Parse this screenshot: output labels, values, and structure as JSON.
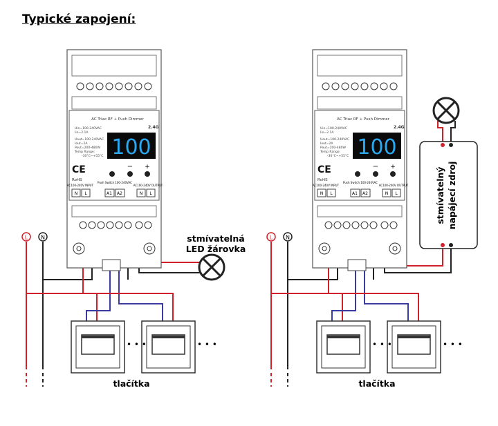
{
  "title": "Typické zapojení:",
  "device": {
    "name": "AC Triac RF + Push Dimmer",
    "rf": "2.4G",
    "uin": "Uin=100-240VAC",
    "iin": "Iin=2.1A",
    "uout": "Uout=100-240VAC",
    "iout": "Iout=2A",
    "pout": "Pout=200-480W",
    "temp_label": "Temp Range:",
    "temp": "-30°C~+55°C",
    "display": "100",
    "ce": "CE",
    "rohs": "RoHS",
    "btn_minus": "−",
    "btn_plus": "+",
    "input_label": "AC100-240V INPUT",
    "push_label": "Push Switch 100-240VAC",
    "output_label": "AC100-240V OUTPUT",
    "term_n": "N",
    "term_l": "L",
    "term_a1": "A1",
    "term_a2": "A2"
  },
  "mains": {
    "l": "L",
    "n": "N"
  },
  "left": {
    "lamp_label_1": "stmívatelná",
    "lamp_label_2": "LED žárovka",
    "buttons_label": "tlačítka",
    "dots": "• • •"
  },
  "right": {
    "psu_label_1": "stmívatelný",
    "psu_label_2": "napájecí zdroj",
    "buttons_label": "tlačítka",
    "dots": "• • •"
  },
  "colors": {
    "live": "#d0202a",
    "neutral": "#222222",
    "push": "#3a3aa0",
    "display_bg": "#0a0a0a",
    "display_digits": "#2aa8f0"
  }
}
